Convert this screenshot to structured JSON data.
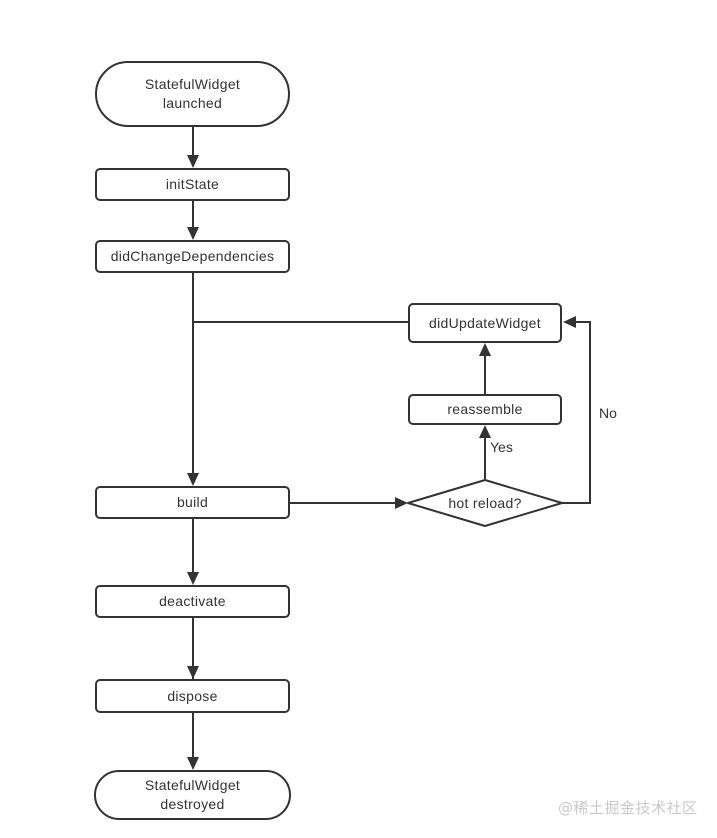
{
  "diagram": {
    "type": "flowchart",
    "nodes": [
      {
        "id": "launched",
        "shape": "stadium",
        "label": "StatefulWidget\nlaunched"
      },
      {
        "id": "initState",
        "shape": "rect",
        "label": "initState"
      },
      {
        "id": "didChangeDependencies",
        "shape": "rect",
        "label": "didChangeDependencies"
      },
      {
        "id": "didUpdateWidget",
        "shape": "rect",
        "label": "didUpdateWidget"
      },
      {
        "id": "reassemble",
        "shape": "rect",
        "label": "reassemble"
      },
      {
        "id": "hotReload",
        "shape": "diamond",
        "label": "hot reload?"
      },
      {
        "id": "build",
        "shape": "rect",
        "label": "build"
      },
      {
        "id": "deactivate",
        "shape": "rect",
        "label": "deactivate"
      },
      {
        "id": "dispose",
        "shape": "rect",
        "label": "dispose"
      },
      {
        "id": "destroyed",
        "shape": "stadium",
        "label": "StatefulWidget\ndestroyed"
      }
    ],
    "edges": [
      {
        "from": "launched",
        "to": "initState",
        "label": ""
      },
      {
        "from": "initState",
        "to": "didChangeDependencies",
        "label": ""
      },
      {
        "from": "didChangeDependencies",
        "to": "build",
        "label": ""
      },
      {
        "from": "didUpdateWidget",
        "to": "build",
        "label": ""
      },
      {
        "from": "reassemble",
        "to": "didUpdateWidget",
        "label": ""
      },
      {
        "from": "hotReload",
        "to": "reassemble",
        "label": "Yes"
      },
      {
        "from": "build",
        "to": "hotReload",
        "label": ""
      },
      {
        "from": "hotReload",
        "to": "didUpdateWidget",
        "label": "No"
      },
      {
        "from": "build",
        "to": "deactivate",
        "label": ""
      },
      {
        "from": "deactivate",
        "to": "dispose",
        "label": ""
      },
      {
        "from": "dispose",
        "to": "destroyed",
        "label": ""
      }
    ],
    "watermark": "@稀土掘金技术社区",
    "colors": {
      "stroke": "#333333",
      "text": "#333333",
      "node_fill": "#ffffff",
      "watermark": "#c9c9c9",
      "background": "#ffffff"
    }
  }
}
